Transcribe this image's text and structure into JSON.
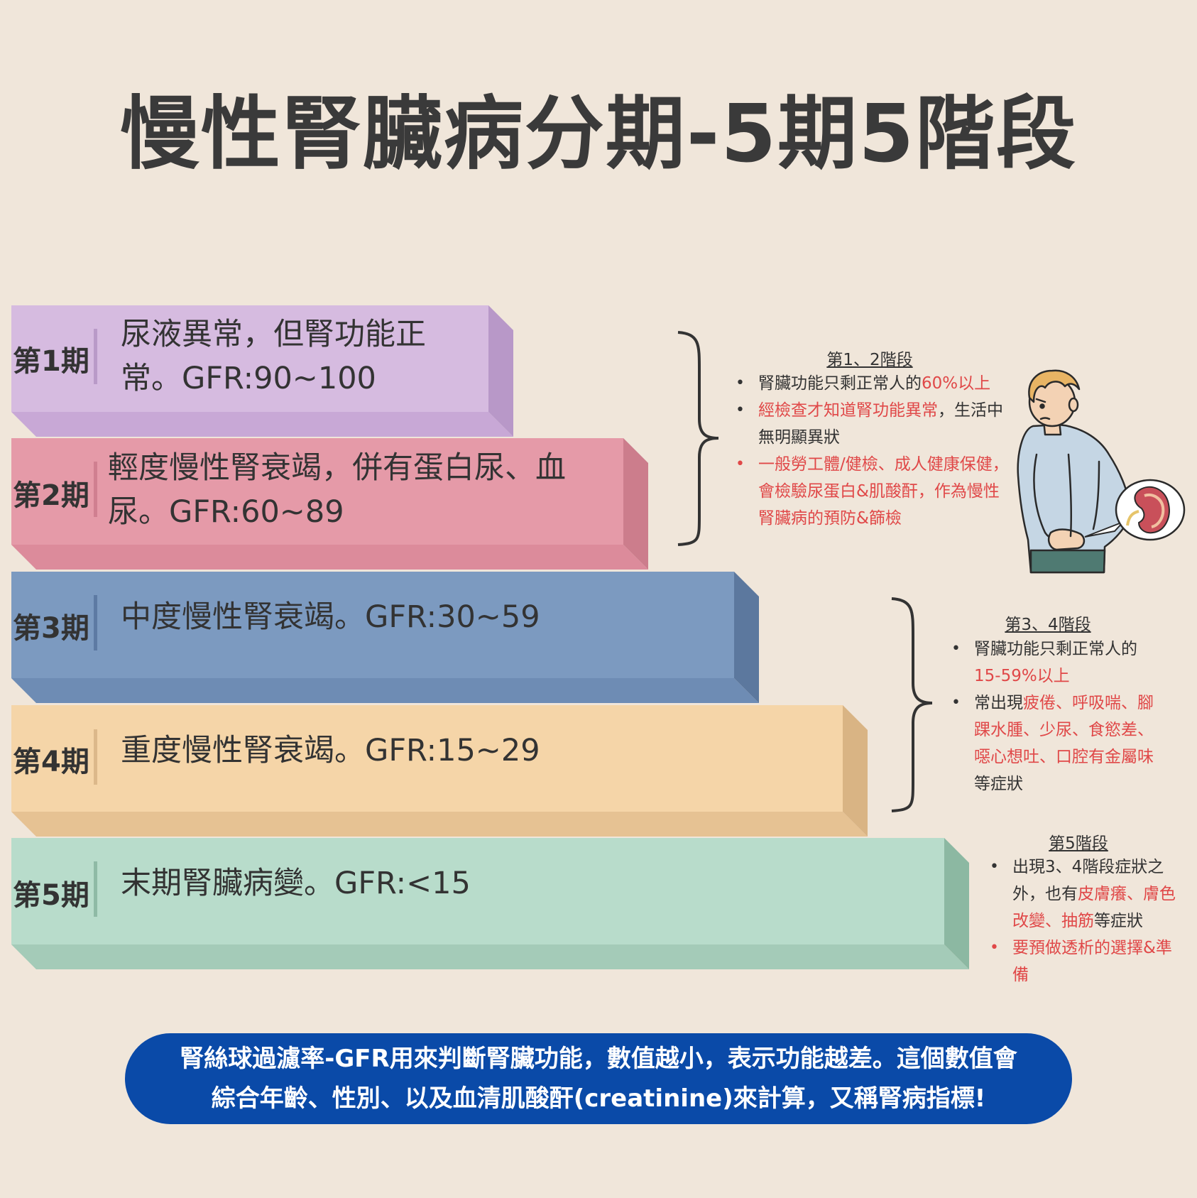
{
  "title": "慢性腎臟病分期-5期5階段",
  "stages": [
    {
      "label": "第1期",
      "desc": "尿液異常，但腎功能正常。GFR:90~100",
      "front": "#d6bbe0",
      "side": "#b898c8",
      "bottom": "#c8a8d6",
      "bar": "#b99ac8"
    },
    {
      "label": "第2期",
      "desc": "輕度慢性腎衰竭，併有蛋白尿、血尿。GFR:60~89",
      "front": "#e59aa8",
      "side": "#cc7d8c",
      "bottom": "#dc8b9b",
      "bar": "#d07f90"
    },
    {
      "label": "第3期",
      "desc": "中度慢性腎衰竭。GFR:30~59",
      "front": "#7c9ac0",
      "side": "#5c789e",
      "bottom": "#6e8cb4",
      "bar": "#5d7aa3"
    },
    {
      "label": "第4期",
      "desc": "重度慢性腎衰竭。GFR:15~29",
      "front": "#f5d5a8",
      "side": "#d9b484",
      "bottom": "#e6c293",
      "bar": "#dcb88a"
    },
    {
      "label": "第5期",
      "desc": "末期腎臟病變。GFR:<15",
      "front": "#b8dccb",
      "side": "#8cb8a2",
      "bottom": "#a4cbb8",
      "bar": "#8fbaa6"
    }
  ],
  "groups": {
    "g12": {
      "title": "第1、2階段",
      "b1_a": "腎臟功能只剩正常人的",
      "b1_b": "60%以上",
      "b2_a": "經檢查才知道腎功能異常",
      "b2_b": "，生活中無明顯異狀",
      "b3": "一般勞工體/健檢、成人健康保健，會檢驗尿蛋白&肌酸酐，作為慢性腎臟病的預防&篩檢"
    },
    "g34": {
      "title": "第3、4階段",
      "b1_a": "腎臟功能只剩正常人的",
      "b1_b": "15-59%以上",
      "b2_a": "常出現",
      "b2_b": "疲倦、呼吸喘、腳踝水腫、少尿、食慾差、噁心想吐、口腔有金屬味",
      "b2_c": "等症狀"
    },
    "g5": {
      "title": "第5階段",
      "b1_a": "出現3、4階段症狀之外，也有",
      "b1_b": "皮膚癢、膚色改變、抽筋",
      "b1_c": "等症狀",
      "b2": "要預做透析的選擇&準備"
    }
  },
  "footer": {
    "line1": "腎絲球過濾率-GFR用來判斷腎臟功能，數值越小，表示功能越差。這個數值會",
    "line2": "綜合年齡、性別、以及血清肌酸酐(creatinine)來計算，又稱腎病指標!"
  },
  "colors": {
    "background": "#f0e6da",
    "accent_red": "#e04848",
    "footer_bg": "#0a4aa8",
    "text": "#333333"
  },
  "icons": [
    "person-back-pain-illustration",
    "kidney-icon"
  ]
}
